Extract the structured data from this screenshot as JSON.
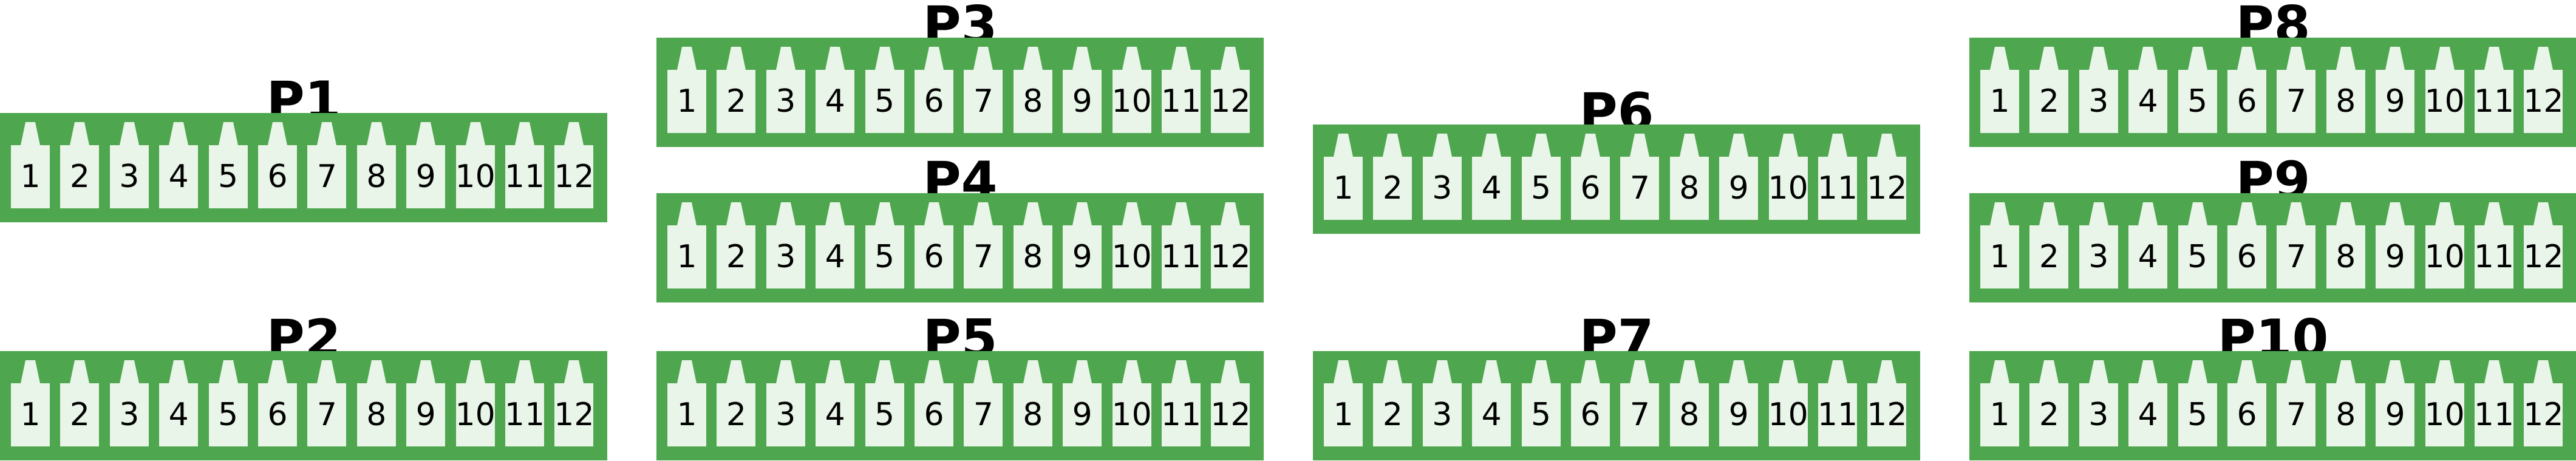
{
  "diagram": {
    "colors": {
      "panel": "#4ea64e",
      "slot": "#e8f5e8",
      "text": "#000000"
    },
    "panels": [
      {
        "label": "P1",
        "slots": [
          "1",
          "2",
          "3",
          "4",
          "5",
          "6",
          "7",
          "8",
          "9",
          "10",
          "11",
          "12"
        ]
      },
      {
        "label": "P2",
        "slots": [
          "1",
          "2",
          "3",
          "4",
          "5",
          "6",
          "7",
          "8",
          "9",
          "10",
          "11",
          "12"
        ]
      },
      {
        "label": "P3",
        "slots": [
          "1",
          "2",
          "3",
          "4",
          "5",
          "6",
          "7",
          "8",
          "9",
          "10",
          "11",
          "12"
        ]
      },
      {
        "label": "P4",
        "slots": [
          "1",
          "2",
          "3",
          "4",
          "5",
          "6",
          "7",
          "8",
          "9",
          "10",
          "11",
          "12"
        ]
      },
      {
        "label": "P5",
        "slots": [
          "1",
          "2",
          "3",
          "4",
          "5",
          "6",
          "7",
          "8",
          "9",
          "10",
          "11",
          "12"
        ]
      },
      {
        "label": "P6",
        "slots": [
          "1",
          "2",
          "3",
          "4",
          "5",
          "6",
          "7",
          "8",
          "9",
          "10",
          "11",
          "12"
        ]
      },
      {
        "label": "P7",
        "slots": [
          "1",
          "2",
          "3",
          "4",
          "5",
          "6",
          "7",
          "8",
          "9",
          "10",
          "11",
          "12"
        ]
      },
      {
        "label": "P8",
        "slots": [
          "1",
          "2",
          "3",
          "4",
          "5",
          "6",
          "7",
          "8",
          "9",
          "10",
          "11",
          "12"
        ]
      },
      {
        "label": "P9",
        "slots": [
          "1",
          "2",
          "3",
          "4",
          "5",
          "6",
          "7",
          "8",
          "9",
          "10",
          "11",
          "12"
        ]
      },
      {
        "label": "P10",
        "slots": [
          "1",
          "2",
          "3",
          "4",
          "5",
          "6",
          "7",
          "8",
          "9",
          "10",
          "11",
          "12"
        ]
      }
    ]
  }
}
